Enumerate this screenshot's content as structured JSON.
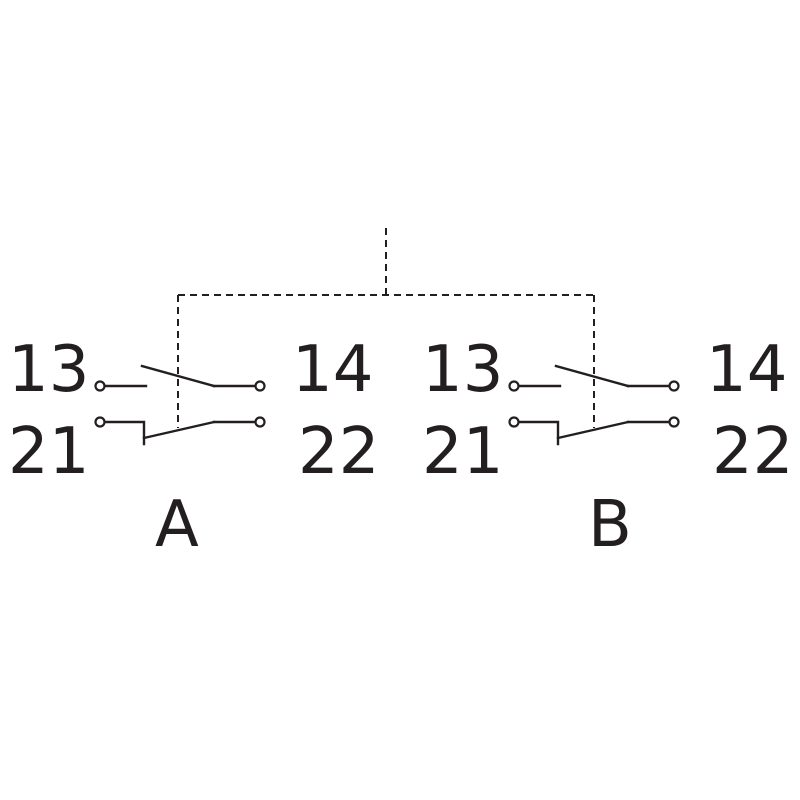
{
  "diagram": {
    "colors": {
      "line": "#231f20",
      "background": "#ffffff"
    },
    "contact_a": {
      "label": "A",
      "terminals": {
        "t13": "13",
        "t14": "14",
        "t21": "21",
        "t22": "22"
      }
    },
    "contact_b": {
      "label": "B",
      "terminals": {
        "t13": "13",
        "t14": "14",
        "t21": "21",
        "t22": "22"
      }
    }
  }
}
